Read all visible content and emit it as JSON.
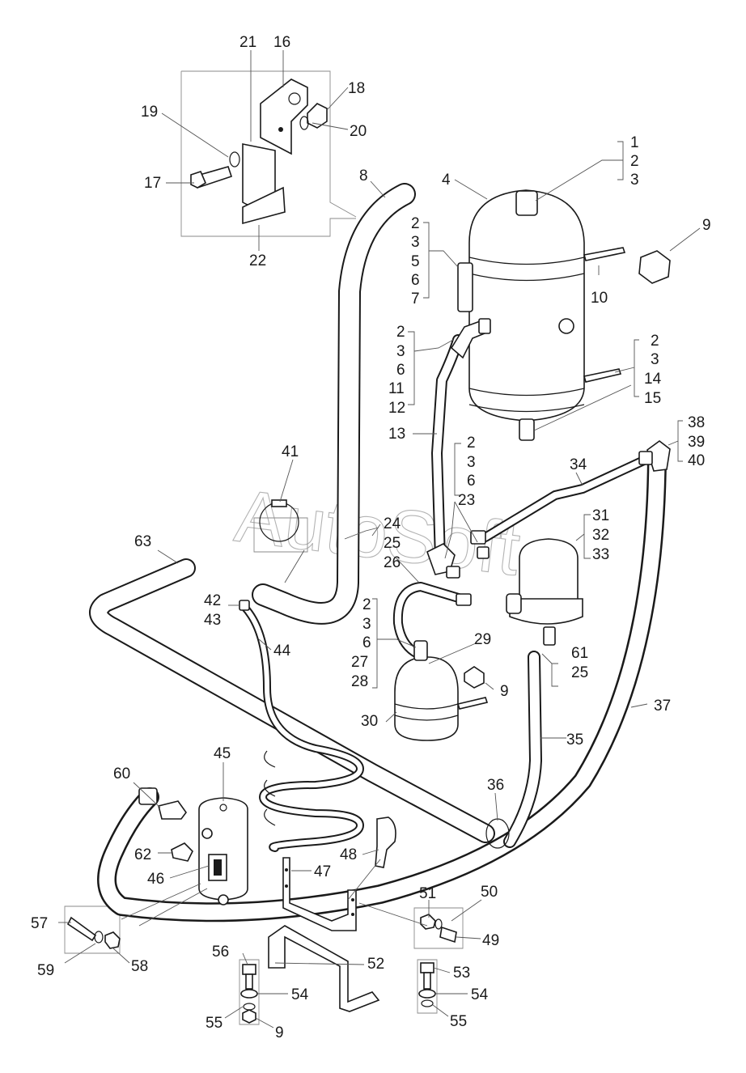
{
  "watermark": "AutoSoft",
  "callouts": [
    {
      "id": "c16",
      "text": "16"
    },
    {
      "id": "c21",
      "text": "21"
    },
    {
      "id": "c18",
      "text": "18"
    },
    {
      "id": "c19",
      "text": "19"
    },
    {
      "id": "c20",
      "text": "20"
    },
    {
      "id": "c17",
      "text": "17"
    },
    {
      "id": "c22",
      "text": "22"
    },
    {
      "id": "c8",
      "text": "8"
    },
    {
      "id": "c4",
      "text": "4"
    },
    {
      "id": "c1",
      "text": "1"
    },
    {
      "id": "c2a",
      "text": "2"
    },
    {
      "id": "c3a",
      "text": "3"
    },
    {
      "id": "c9a",
      "text": "9"
    },
    {
      "id": "c2b",
      "text": "2"
    },
    {
      "id": "c3b",
      "text": "3"
    },
    {
      "id": "c5",
      "text": "5"
    },
    {
      "id": "c6a",
      "text": "6"
    },
    {
      "id": "c7",
      "text": "7"
    },
    {
      "id": "c10",
      "text": "10"
    },
    {
      "id": "c2c",
      "text": "2"
    },
    {
      "id": "c3c",
      "text": "3"
    },
    {
      "id": "c6b",
      "text": "6"
    },
    {
      "id": "c11",
      "text": "11"
    },
    {
      "id": "c12",
      "text": "12"
    },
    {
      "id": "c2d",
      "text": "2"
    },
    {
      "id": "c3d",
      "text": "3"
    },
    {
      "id": "c14",
      "text": "14"
    },
    {
      "id": "c15",
      "text": "15"
    },
    {
      "id": "c13",
      "text": "13"
    },
    {
      "id": "c38",
      "text": "38"
    },
    {
      "id": "c39",
      "text": "39"
    },
    {
      "id": "c40",
      "text": "40"
    },
    {
      "id": "c2e",
      "text": "2"
    },
    {
      "id": "c3e",
      "text": "3"
    },
    {
      "id": "c6c",
      "text": "6"
    },
    {
      "id": "c23",
      "text": "23"
    },
    {
      "id": "c34",
      "text": "34"
    },
    {
      "id": "c41",
      "text": "41"
    },
    {
      "id": "c24",
      "text": "24"
    },
    {
      "id": "c25a",
      "text": "25"
    },
    {
      "id": "c26",
      "text": "26"
    },
    {
      "id": "c31",
      "text": "31"
    },
    {
      "id": "c32",
      "text": "32"
    },
    {
      "id": "c33",
      "text": "33"
    },
    {
      "id": "c63",
      "text": "63"
    },
    {
      "id": "c42",
      "text": "42"
    },
    {
      "id": "c43",
      "text": "43"
    },
    {
      "id": "c2f",
      "text": "2"
    },
    {
      "id": "c3f",
      "text": "3"
    },
    {
      "id": "c6d",
      "text": "6"
    },
    {
      "id": "c27",
      "text": "27"
    },
    {
      "id": "c28",
      "text": "28"
    },
    {
      "id": "c44",
      "text": "44"
    },
    {
      "id": "c29",
      "text": "29"
    },
    {
      "id": "c9b",
      "text": "9"
    },
    {
      "id": "c61",
      "text": "61"
    },
    {
      "id": "c25b",
      "text": "25"
    },
    {
      "id": "c37",
      "text": "37"
    },
    {
      "id": "c30",
      "text": "30"
    },
    {
      "id": "c35",
      "text": "35"
    },
    {
      "id": "c45",
      "text": "45"
    },
    {
      "id": "c60",
      "text": "60"
    },
    {
      "id": "c36",
      "text": "36"
    },
    {
      "id": "c62",
      "text": "62"
    },
    {
      "id": "c48",
      "text": "48"
    },
    {
      "id": "c46",
      "text": "46"
    },
    {
      "id": "c47",
      "text": "47"
    },
    {
      "id": "c51",
      "text": "51"
    },
    {
      "id": "c50",
      "text": "50"
    },
    {
      "id": "c57",
      "text": "57"
    },
    {
      "id": "c49",
      "text": "49"
    },
    {
      "id": "c59",
      "text": "59"
    },
    {
      "id": "c58",
      "text": "58"
    },
    {
      "id": "c56",
      "text": "56"
    },
    {
      "id": "c52",
      "text": "52"
    },
    {
      "id": "c53",
      "text": "53"
    },
    {
      "id": "c54a",
      "text": "54"
    },
    {
      "id": "c54b",
      "text": "54"
    },
    {
      "id": "c55a",
      "text": "55"
    },
    {
      "id": "c55b",
      "text": "55"
    },
    {
      "id": "c9c",
      "text": "9"
    }
  ]
}
